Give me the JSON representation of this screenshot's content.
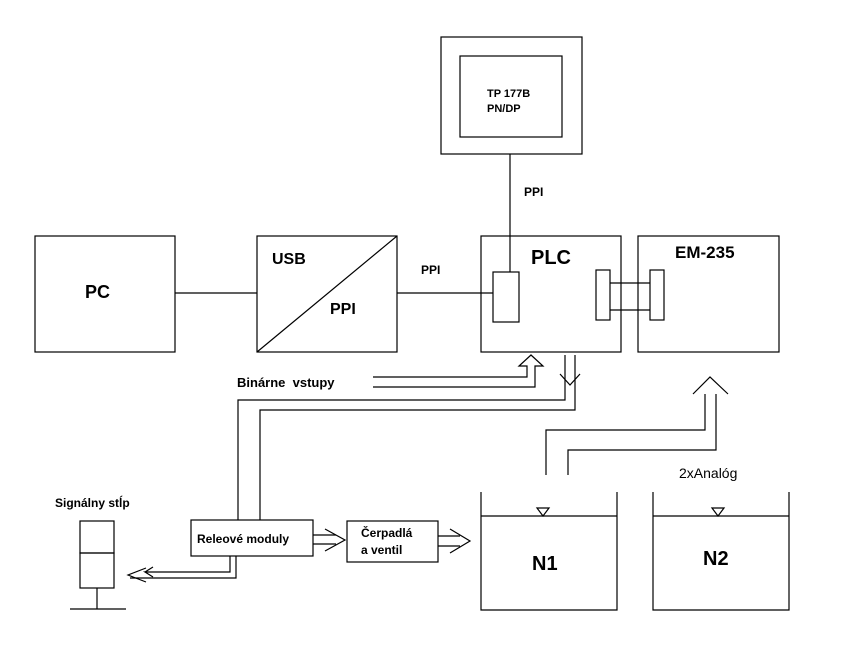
{
  "labels": {
    "pc": "PC",
    "usb": "USB",
    "ppi_conv": "PPI",
    "ppi_link": "PPI",
    "ppi_top": "PPI",
    "plc": "PLC",
    "em235": "EM-235",
    "tp_line1": "TP 177B",
    "tp_line2": "PN/DP",
    "binarne": "Binárne  vstupy",
    "signal_stip": "Signálny stĺp",
    "releove": "Releové moduly",
    "cerpadla1": "Čerpadlá",
    "cerpadla2": "a ventil",
    "analog": "2xAnalóg",
    "n1": "N1",
    "n2": "N2"
  }
}
